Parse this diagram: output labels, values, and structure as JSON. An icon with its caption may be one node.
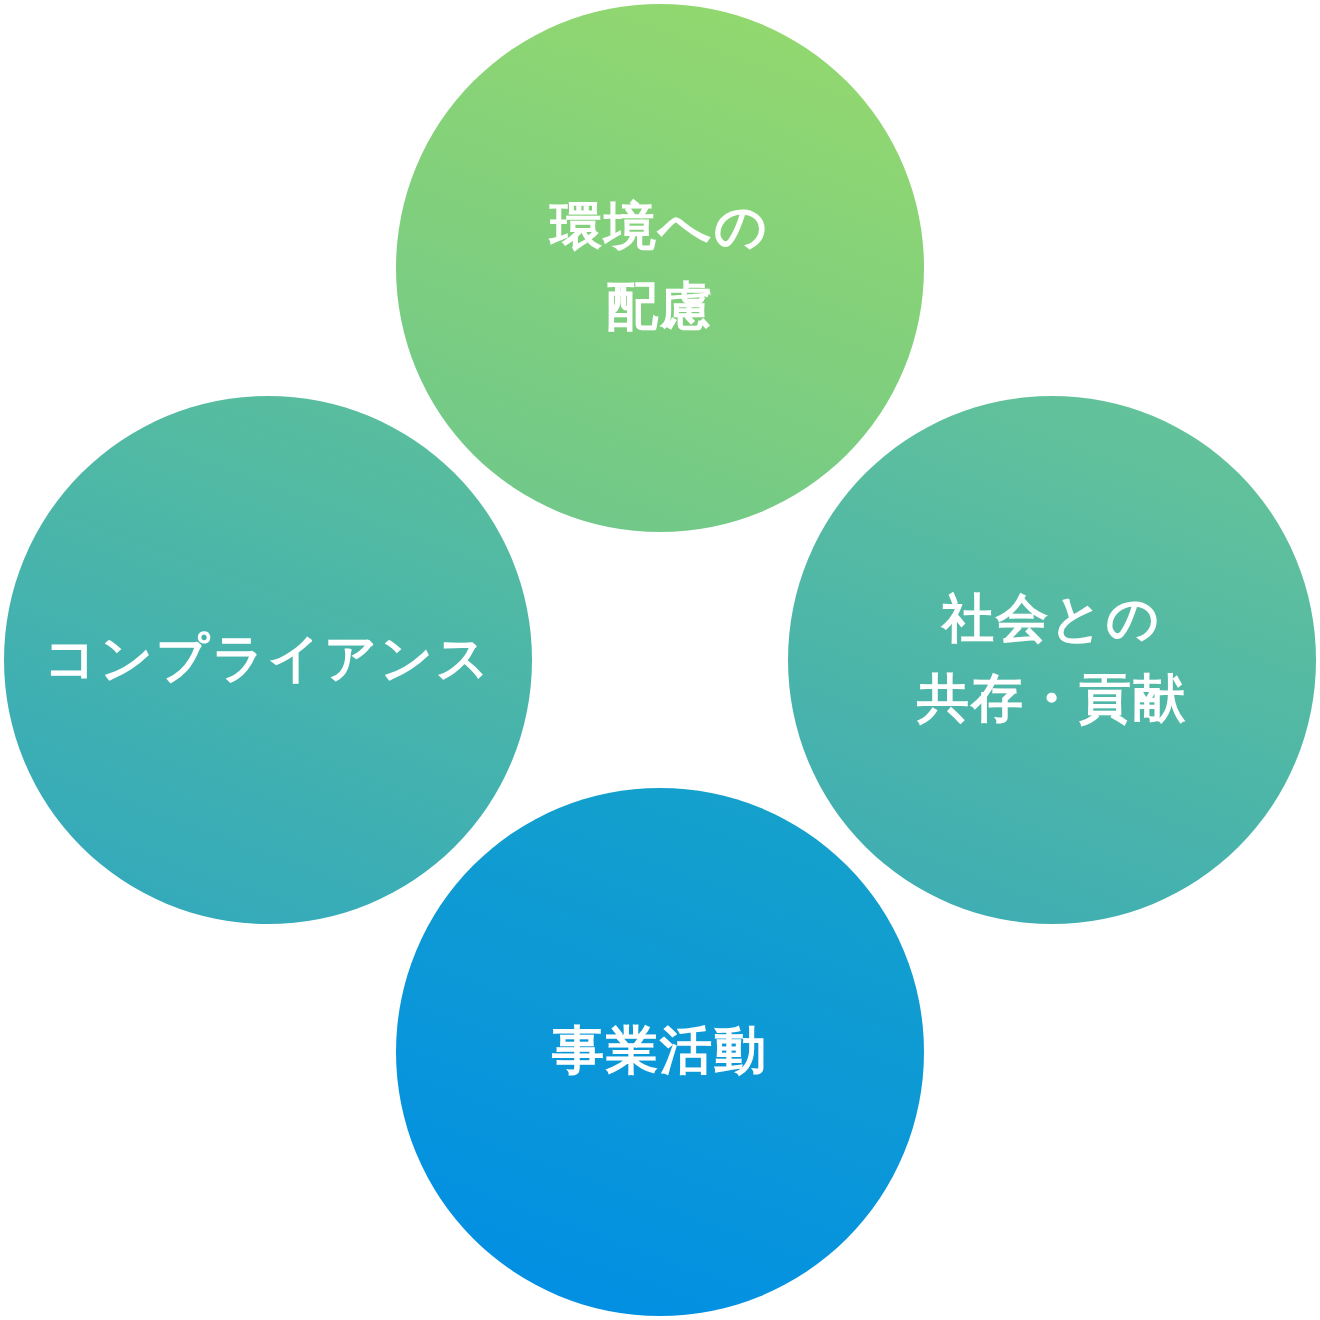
{
  "diagram": {
    "nodes": [
      {
        "text": [
          "環境への配慮"
        ]
      },
      {
        "text": [
          "コンプライアンス"
        ]
      },
      {
        "text": [
          "社会との共存・貢献"
        ]
      },
      {
        "text": [
          "事業活動"
        ]
      }
    ]
  }
}
